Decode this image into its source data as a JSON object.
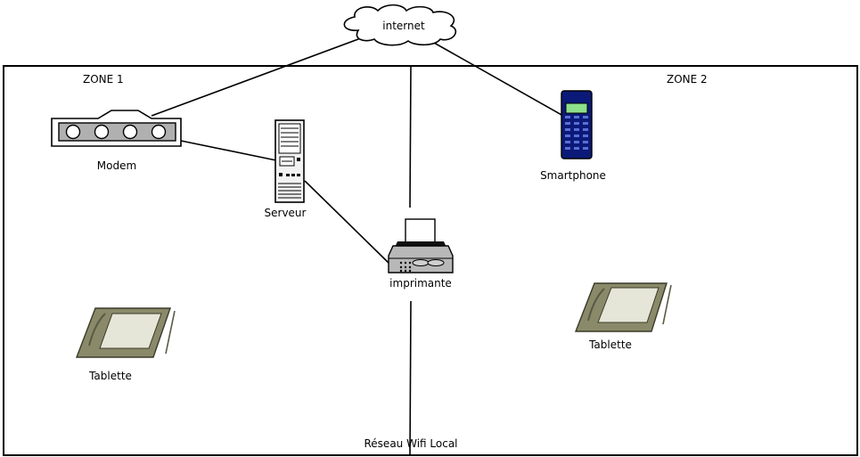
{
  "zones": {
    "left_label": "ZONE 1",
    "right_label": "ZONE 2"
  },
  "network_label": "Réseau Wifi Local",
  "nodes": {
    "internet": "internet",
    "modem": "Modem",
    "server": "Serveur",
    "printer": "imprimante",
    "smartphone": "Smartphone",
    "tablet_left": "Tablette",
    "tablet_right": "Tablette"
  },
  "icons": {
    "internet": "cloud-icon",
    "modem": "modem-icon",
    "server": "server-tower-icon",
    "printer": "printer-icon",
    "smartphone": "smartphone-icon",
    "tablet": "tablet-icon"
  },
  "colors": {
    "phone_body": "#0b1a78",
    "phone_screen": "#8fe08a",
    "tablet_frame": "#8a8a6a",
    "tablet_screen": "#e6e6d8",
    "device_grey": "#b0b0b0"
  }
}
